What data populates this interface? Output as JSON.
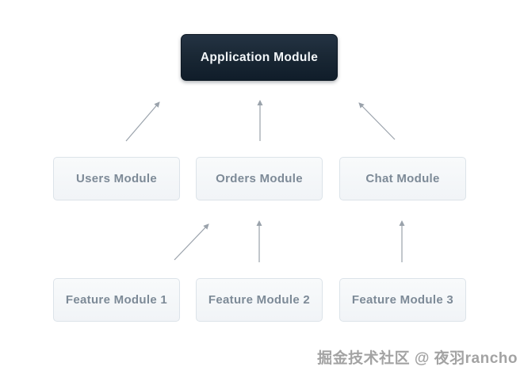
{
  "diagram": {
    "nodes": {
      "application": {
        "label": "Application Module",
        "style": "dark"
      },
      "users": {
        "label": "Users Module",
        "style": "light"
      },
      "orders": {
        "label": "Orders Module",
        "style": "light"
      },
      "chat": {
        "label": "Chat Module",
        "style": "light"
      },
      "feature1": {
        "label": "Feature Module 1",
        "style": "light"
      },
      "feature2": {
        "label": "Feature Module 2",
        "style": "light"
      },
      "feature3": {
        "label": "Feature Module 3",
        "style": "light"
      }
    },
    "edges": [
      {
        "from": "users",
        "to": "application"
      },
      {
        "from": "orders",
        "to": "application"
      },
      {
        "from": "chat",
        "to": "application"
      },
      {
        "from": "feature1",
        "to": "orders"
      },
      {
        "from": "feature2",
        "to": "orders"
      },
      {
        "from": "feature3",
        "to": "chat"
      }
    ],
    "colors": {
      "canvas_bg": "#ffffff",
      "dark_node_top": "#243343",
      "dark_node_bottom": "#101d2a",
      "dark_node_text": "#f2f6f9",
      "light_node_bg": "#f3f6f8",
      "light_node_border": "#dce3e9",
      "light_node_text": "#7d8a97",
      "arrow": "#9aa2ab"
    }
  },
  "watermark": {
    "text": "掘金技术社区 @ 夜羽rancho"
  }
}
